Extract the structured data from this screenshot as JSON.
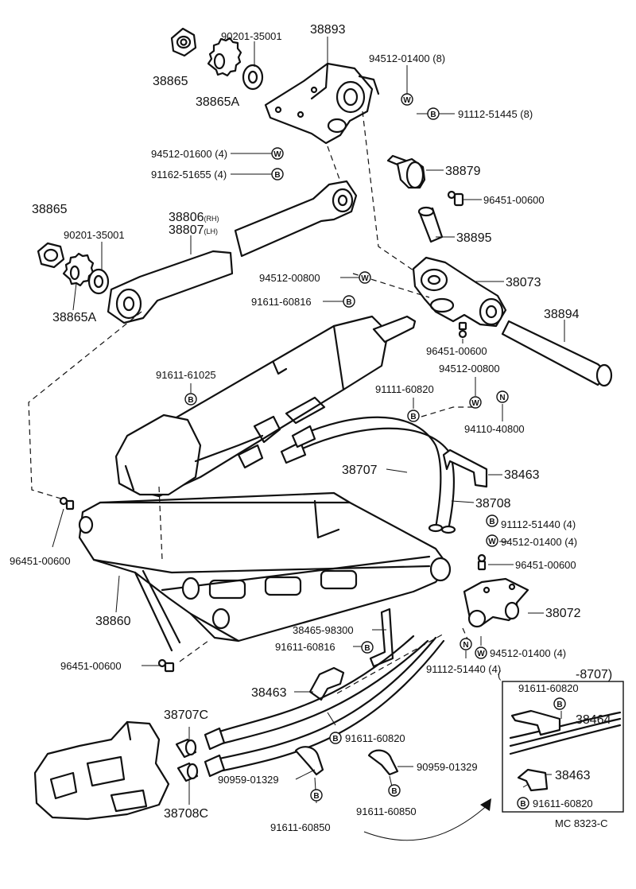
{
  "symbols": {
    "washer": "W",
    "bolt": "B",
    "nut": "N"
  },
  "labels": {
    "p38893": "38893",
    "p90201_top": "90201-35001",
    "p38865_top": "38865",
    "p38865A_top": "38865A",
    "p94512_01400_top": "94512-01400 (8)",
    "p91112_51445": "91112-51445 (8)",
    "p94512_01600": "94512-01600 (4)",
    "p91162_51655": "91162-51655 (4)",
    "p38879": "38879",
    "p96451_a": "96451-00600",
    "p38865_left": "38865",
    "p90201_left": "90201-35001",
    "p38806": "38806",
    "p38806_suffix": "(RH)",
    "p38807": "38807",
    "p38807_suffix": "(LH)",
    "p38895": "38895",
    "p94512_00800_a": "94512-00800",
    "p38073": "38073",
    "p38865A_left": "38865A",
    "p91611_60816_a": "91611-60816",
    "p38894": "38894",
    "p96451_b": "96451-00600",
    "p91611_61025": "91611-61025",
    "p94512_00800_b": "94512-00800",
    "p91111_60820": "91111-60820",
    "p94110_40800": "94110-40800",
    "p38707": "38707",
    "p38463_a": "38463",
    "p38708": "38708",
    "p91112_51440_a": "91112-51440 (4)",
    "p94512_01400_a": "94512-01400 (4)",
    "p96451_c": "96451-00600",
    "p96451_d": "96451-00600",
    "p38860": "38860",
    "p38072": "38072",
    "p38465": "38465-98300",
    "p91611_60816_b": "91611-60816",
    "p94512_01400_b": "94512-01400 (4)",
    "p96451_e": "96451-00600",
    "p91112_51440_b": "91112-51440 (4)",
    "inset_range": "-8707)",
    "inset_paren": "(",
    "p38463_b": "38463",
    "p38707C": "38707C",
    "p91611_60820_a": "91611-60820",
    "p90959_a": "90959-01329",
    "p90959_b": "90959-01329",
    "p38708C": "38708C",
    "p91611_60850_a": "91611-60850",
    "p91611_60850_b": "91611-60850",
    "inset_91611_60820_top": "91611-60820",
    "inset_38464": "38464",
    "inset_38463": "38463",
    "inset_91611_60820_bottom": "91611-60820",
    "ref_code": "MC 8323-C"
  }
}
